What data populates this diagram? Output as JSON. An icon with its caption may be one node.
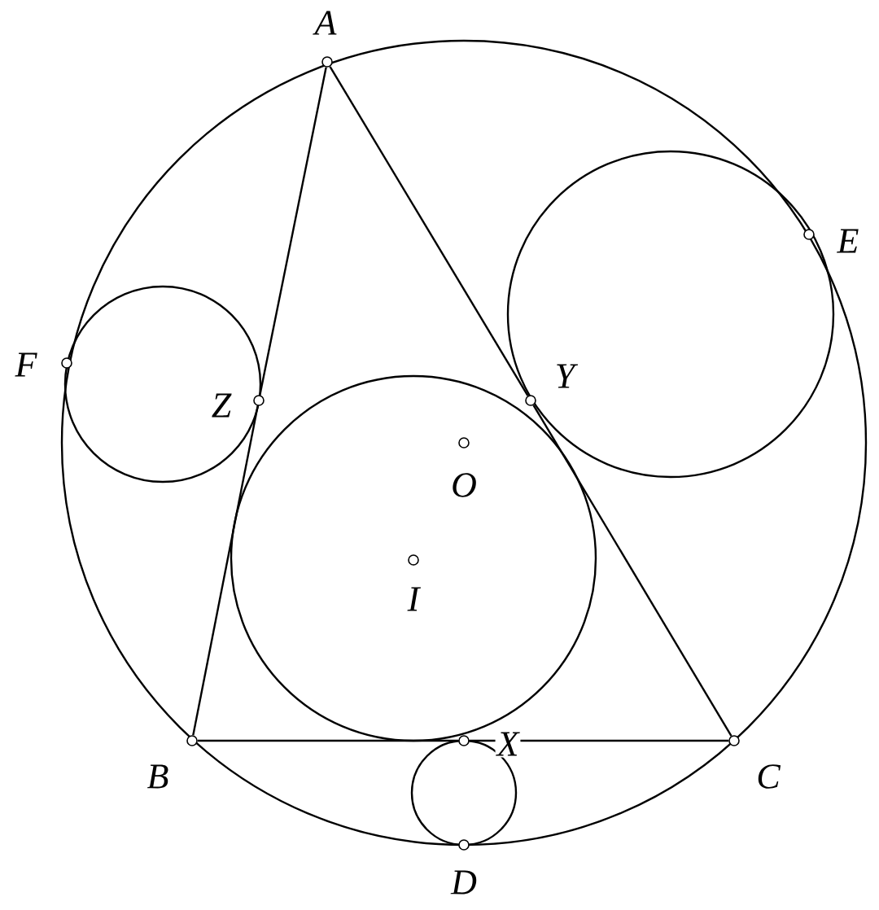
{
  "diagram": {
    "nodes": [
      {
        "text": [],
        "shape": "circle",
        "beside": [
          "A"
        ]
      },
      {
        "text": [],
        "shape": "circle",
        "beside": [
          "B"
        ]
      },
      {
        "text": [],
        "shape": "circle",
        "beside": [
          "C"
        ]
      },
      {
        "text": [],
        "shape": "circle",
        "beside": [
          "D"
        ]
      },
      {
        "text": [],
        "shape": "circle",
        "beside": [
          "E"
        ]
      },
      {
        "text": [],
        "shape": "circle",
        "beside": [
          "F"
        ]
      },
      {
        "text": [],
        "shape": "circle",
        "beside": [
          "X"
        ]
      },
      {
        "text": [],
        "shape": "circle",
        "beside": [
          "Y"
        ]
      },
      {
        "text": [],
        "shape": "circle",
        "beside": [
          "Z"
        ]
      },
      {
        "text": [],
        "shape": "circle",
        "beside": [
          "O"
        ]
      },
      {
        "text": [],
        "shape": "circle",
        "beside": [
          "I"
        ]
      }
    ],
    "edges": [
      {
        "from": 0,
        "to": 8,
        "arrow": "none"
      },
      {
        "from": 8,
        "to": 1,
        "arrow": "none"
      },
      {
        "from": 1,
        "to": 6,
        "arrow": "none"
      },
      {
        "from": 6,
        "to": 2,
        "arrow": "none"
      },
      {
        "from": 2,
        "to": 7,
        "arrow": "none"
      },
      {
        "from": 7,
        "to": 0,
        "arrow": "none"
      }
    ]
  }
}
